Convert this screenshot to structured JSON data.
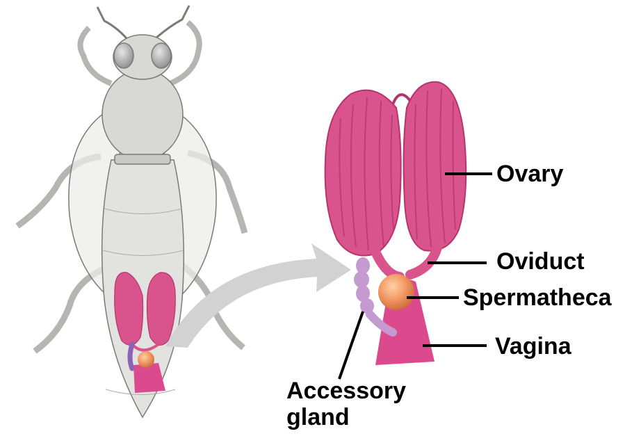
{
  "labels": {
    "ovary": "Ovary",
    "oviduct": "Oviduct",
    "spermatheca": "Spermatheca",
    "vagina": "Vagina",
    "accessory_gland_line1": "Accessory",
    "accessory_gland_line2": "gland"
  },
  "colors": {
    "ovary": "#d9538c",
    "ovary_dark": "#b8336c",
    "vagina": "#dc4a8e",
    "spermatheca": "#f0955f",
    "accessory_gland": "#c59ad0",
    "arrow": "#d2d2d2",
    "bee_body": "#d8d8d4",
    "bee_outline": "#7a7a76"
  }
}
